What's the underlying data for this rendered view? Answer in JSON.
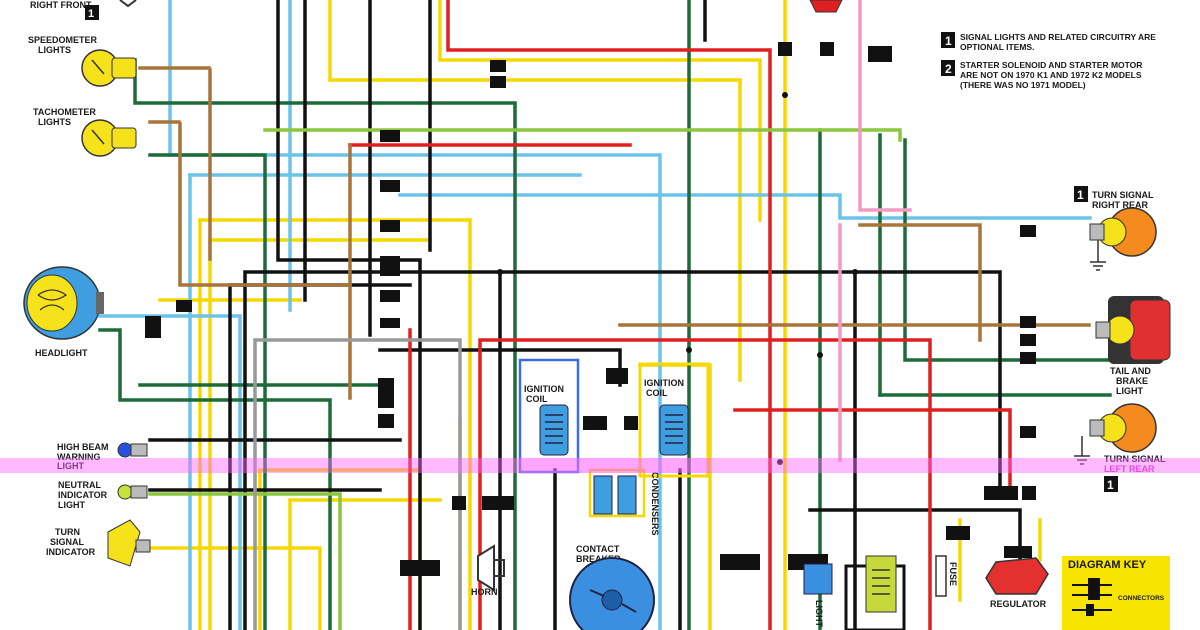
{
  "labels": {
    "speedometer": [
      "SPEEDOMETER",
      "LIGHTS"
    ],
    "tachometer": [
      "TACHOMETER",
      "LIGHTS"
    ],
    "headlight": "HEADLIGHT",
    "high_beam": [
      "HIGH BEAM",
      "WARNING",
      "LIGHT"
    ],
    "neutral": [
      "NEUTRAL",
      "INDICATOR",
      "LIGHT"
    ],
    "turn_indicator": [
      "TURN",
      "SIGNAL",
      "INDICATOR"
    ],
    "ignition_coil_left": [
      "IGNITION",
      "COIL"
    ],
    "ignition_coil_right": [
      "IGNITION",
      "COIL"
    ],
    "condensers": "CONDENSERS",
    "contact_breaker": [
      "CONTACT",
      "BREAKER"
    ],
    "horn": "HORN",
    "light": "LIGHT",
    "fuse": "FUSE",
    "regulator": "REGULATOR",
    "turn_signal_right_rear": [
      "TURN SIGNAL",
      "RIGHT REAR"
    ],
    "tail_brake": [
      "TAIL AND",
      "BRAKE",
      "LIGHT"
    ],
    "turn_signal_left_rear": [
      "TURN SIGNAL",
      "LEFT REAR"
    ],
    "top_left_partial": "RIGHT FRONT"
  },
  "notes": [
    {
      "num": "1",
      "lines": [
        "SIGNAL LIGHTS AND RELATED CIRCUITRY ARE",
        "OPTIONAL ITEMS."
      ]
    },
    {
      "num": "2",
      "lines": [
        "STARTER SOLENOID AND STARTER MOTOR",
        "ARE NOT ON 1970 K1 AND 1972 K2 MODELS",
        "(THERE WAS NO 1971 MODEL)"
      ]
    }
  ],
  "badges": {
    "top_left": "1",
    "right_rear": "1",
    "left_rear": "1"
  },
  "diagram_key": {
    "title": "DIAGRAM KEY",
    "connectors": "CONNECTORS"
  },
  "colors": {
    "yellow": "#f5d800",
    "blue": "#6cc3ea",
    "green": "#1e6b3a",
    "black": "#111111",
    "red": "#e02020",
    "brown": "#a8743a",
    "lightgreen": "#8cc63f",
    "pink": "#f19ac2",
    "highlight": "#ff66ff",
    "key_bg": "#f7e400",
    "regulator": "#e53030",
    "breaker": "#3a8fe0"
  }
}
